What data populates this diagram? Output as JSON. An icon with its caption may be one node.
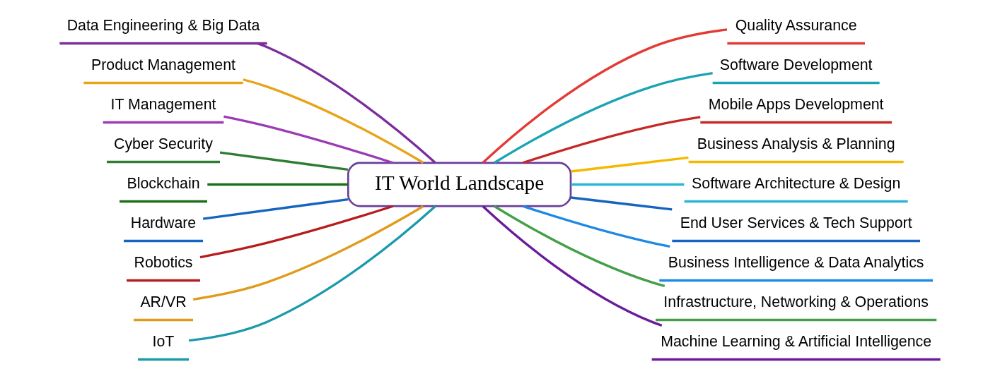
{
  "diagram": {
    "nodes": [
      {
        "text": [
          "IT World Landscape"
        ]
      },
      {
        "text": [
          "Data Engineering & Big Data"
        ]
      },
      {
        "text": [
          "Product Management"
        ]
      },
      {
        "text": [
          "IT Management"
        ]
      },
      {
        "text": [
          "Cyber Security"
        ]
      },
      {
        "text": [
          "Blockchain"
        ]
      },
      {
        "text": [
          "Hardware"
        ]
      },
      {
        "text": [
          "Robotics"
        ]
      },
      {
        "text": [
          "AR/VR"
        ]
      },
      {
        "text": [
          "IoT"
        ]
      },
      {
        "text": [
          "Quality Assurance"
        ]
      },
      {
        "text": [
          "Software Development"
        ]
      },
      {
        "text": [
          "Mobile Apps Development"
        ]
      },
      {
        "text": [
          "Business Analysis & Planning"
        ]
      },
      {
        "text": [
          "Software Architecture & Design"
        ]
      },
      {
        "text": [
          "End User Services & Tech Support"
        ]
      },
      {
        "text": [
          "Business Intelligence & Data Analytics"
        ]
      },
      {
        "text": [
          "Infrastructure, Networking & Operations"
        ]
      },
      {
        "text": [
          "Machine Learning & Artificial Intelligence"
        ]
      }
    ],
    "edges": [
      {
        "from": 1,
        "to": 0,
        "arrow": "none",
        "color": "#7b2d9b"
      },
      {
        "from": 2,
        "to": 0,
        "arrow": "none",
        "color": "#e8a317"
      },
      {
        "from": 3,
        "to": 0,
        "arrow": "none",
        "color": "#9b3bb5"
      },
      {
        "from": 4,
        "to": 0,
        "arrow": "none",
        "color": "#2e7d32"
      },
      {
        "from": 5,
        "to": 0,
        "arrow": "none",
        "color": "#1b6e1b"
      },
      {
        "from": 6,
        "to": 0,
        "arrow": "none",
        "color": "#1565c0"
      },
      {
        "from": 7,
        "to": 0,
        "arrow": "none",
        "color": "#b71c1c"
      },
      {
        "from": 8,
        "to": 0,
        "arrow": "none",
        "color": "#e09b1a"
      },
      {
        "from": 9,
        "to": 0,
        "arrow": "none",
        "color": "#1a9aaa"
      },
      {
        "from": 0,
        "to": 10,
        "arrow": "none",
        "color": "#e53935"
      },
      {
        "from": 0,
        "to": 11,
        "arrow": "none",
        "color": "#1aa3b5"
      },
      {
        "from": 0,
        "to": 12,
        "arrow": "none",
        "color": "#c62828"
      },
      {
        "from": 0,
        "to": 13,
        "arrow": "none",
        "color": "#f5b800"
      },
      {
        "from": 0,
        "to": 14,
        "arrow": "none",
        "color": "#29b6d6"
      },
      {
        "from": 0,
        "to": 15,
        "arrow": "none",
        "color": "#1565c0"
      },
      {
        "from": 0,
        "to": 16,
        "arrow": "none",
        "color": "#1e88e5"
      },
      {
        "from": 0,
        "to": 17,
        "arrow": "none",
        "color": "#43a047"
      },
      {
        "from": 0,
        "to": 18,
        "arrow": "none",
        "color": "#6a1b9a"
      }
    ]
  }
}
